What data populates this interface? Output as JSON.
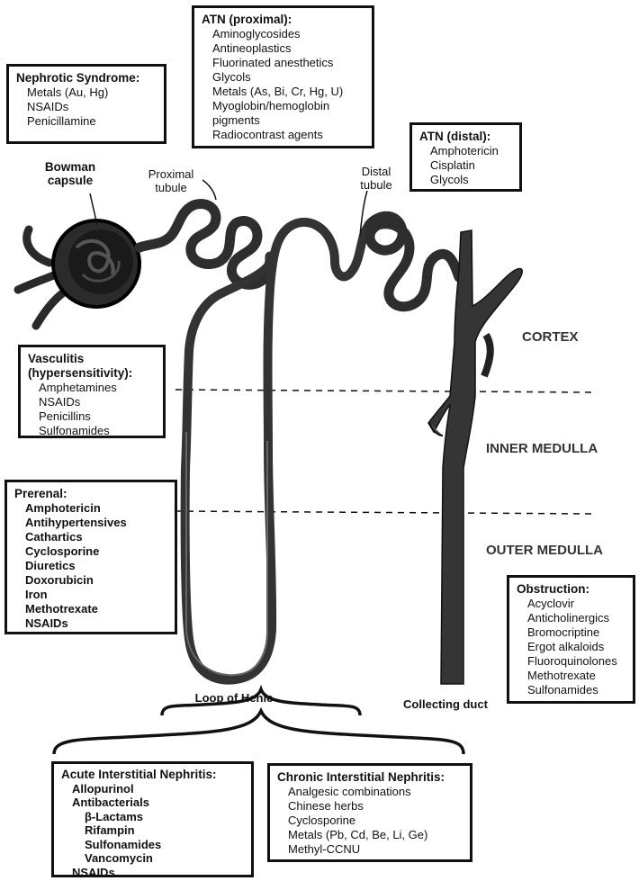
{
  "boxes": {
    "nephrotic": {
      "title": "Nephrotic Syndrome:",
      "items": [
        "Metals (Au, Hg)",
        "NSAIDs",
        "Penicillamine"
      ]
    },
    "atn_proximal": {
      "title": "ATN (proximal):",
      "items": [
        "Aminoglycosides",
        "Antineoplastics",
        "Fluorinated anesthetics",
        "Glycols",
        "Metals (As, Bi, Cr, Hg, U)",
        "Myoglobin/hemoglobin",
        "pigments",
        "Radiocontrast agents"
      ]
    },
    "atn_distal": {
      "title": "ATN (distal):",
      "items": [
        "Amphotericin",
        "Cisplatin",
        "Glycols"
      ]
    },
    "vasculitis": {
      "title": "Vasculitis",
      "title2": "(hypersensitivity):",
      "items": [
        "Amphetamines",
        "NSAIDs",
        "Penicillins",
        "Sulfonamides"
      ]
    },
    "prerenal": {
      "title": "Prerenal:",
      "items": [
        "Amphotericin",
        "Antihypertensives",
        "Cathartics",
        "Cyclosporine",
        "Diuretics",
        "Doxorubicin",
        "Iron",
        "Methotrexate",
        "NSAIDs"
      ]
    },
    "obstruction": {
      "title": "Obstruction:",
      "items": [
        "Acyclovir",
        "Anticholinergics",
        "Bromocriptine",
        "Ergot alkaloids",
        "Fluoroquinolones",
        "Methotrexate",
        "Sulfonamides"
      ]
    },
    "acute_in": {
      "title": "Acute Interstitial Nephritis:",
      "items": [
        "Allopurinol",
        "Antibacterials"
      ],
      "subitems": [
        "β-Lactams",
        "Rifampin",
        "Sulfonamides",
        "Vancomycin"
      ],
      "last": "NSAIDs"
    },
    "chronic_in": {
      "title": "Chronic Interstitial Nephritis:",
      "items": [
        "Analgesic combinations",
        "Chinese herbs",
        "Cyclosporine",
        "Metals (Pb, Cd, Be, Li, Ge)",
        "Methyl-CCNU"
      ]
    }
  },
  "labels": {
    "bowman": [
      "Bowman",
      "capsule"
    ],
    "proximal": [
      "Proximal",
      "tubule"
    ],
    "distal": [
      "Distal",
      "tubule"
    ],
    "loop": "Loop of Henle",
    "collecting": "Collecting duct"
  },
  "zones": {
    "cortex": "CORTEX",
    "inner": "INNER MEDULLA",
    "outer": "OUTER MEDULLA"
  }
}
